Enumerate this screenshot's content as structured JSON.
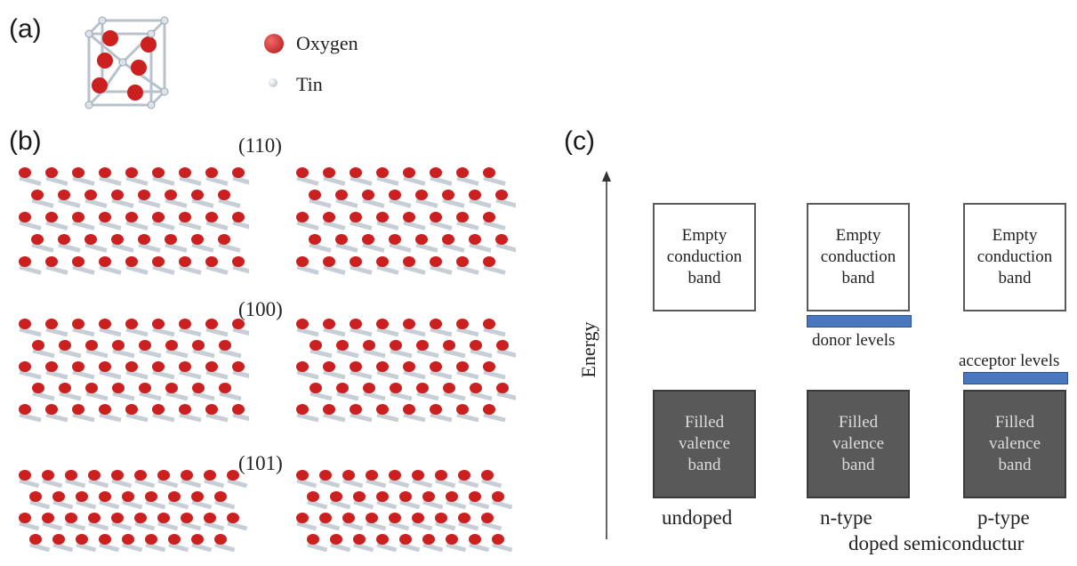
{
  "panels": {
    "a": {
      "label": "(a)",
      "legend": [
        {
          "name": "Oxygen",
          "color": "#cc1f1f"
        },
        {
          "name": "Tin",
          "color": "#c9d3dc"
        }
      ]
    },
    "b": {
      "label": "(b)",
      "planes": [
        "(110)",
        "(100)",
        "(101)"
      ]
    },
    "c": {
      "label": "(c)",
      "axis_label": "Energy",
      "conduction_text": [
        "Empty",
        "conduction",
        "band"
      ],
      "valence_text": [
        "Filled",
        "valence",
        "band"
      ],
      "donor_label": "donor levels",
      "acceptor_label": "acceptor levels",
      "columns": [
        "undoped",
        "n-type",
        "p-type"
      ],
      "footer": "doped semiconductur"
    }
  },
  "colors": {
    "oxygen": "#cc1f1f",
    "tin": "#d8dee5",
    "level": "#4a78c0",
    "valence": "#595959"
  }
}
